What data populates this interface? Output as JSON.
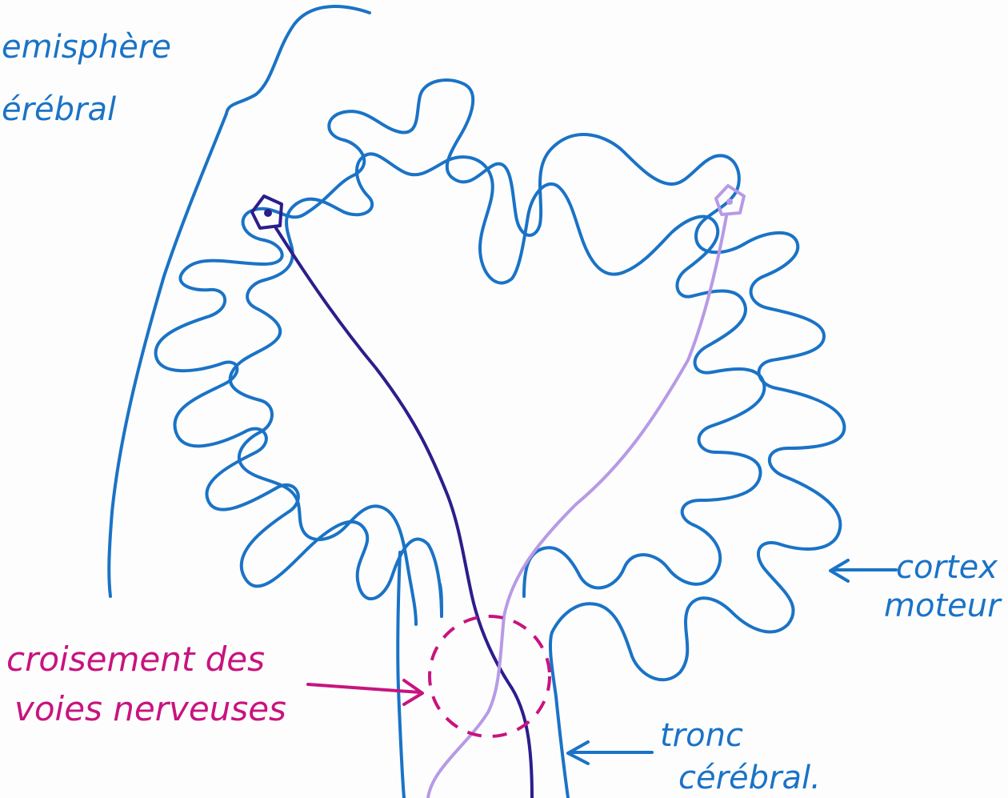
{
  "labels": {
    "hemisphere_line1": "emisphère",
    "hemisphere_line2": "érébral",
    "cortex_line1": "cortex",
    "cortex_line2": "moteur",
    "crossing_line1": "croisement des",
    "crossing_line2": "voies nerveuses",
    "brainstem_line1": "tronc",
    "brainstem_line2": "cérébral."
  },
  "colors": {
    "outline": "#1a73c6",
    "left_neuron": "#2b1e8c",
    "right_neuron": "#b79ae6",
    "crossing": "#c8137f"
  }
}
